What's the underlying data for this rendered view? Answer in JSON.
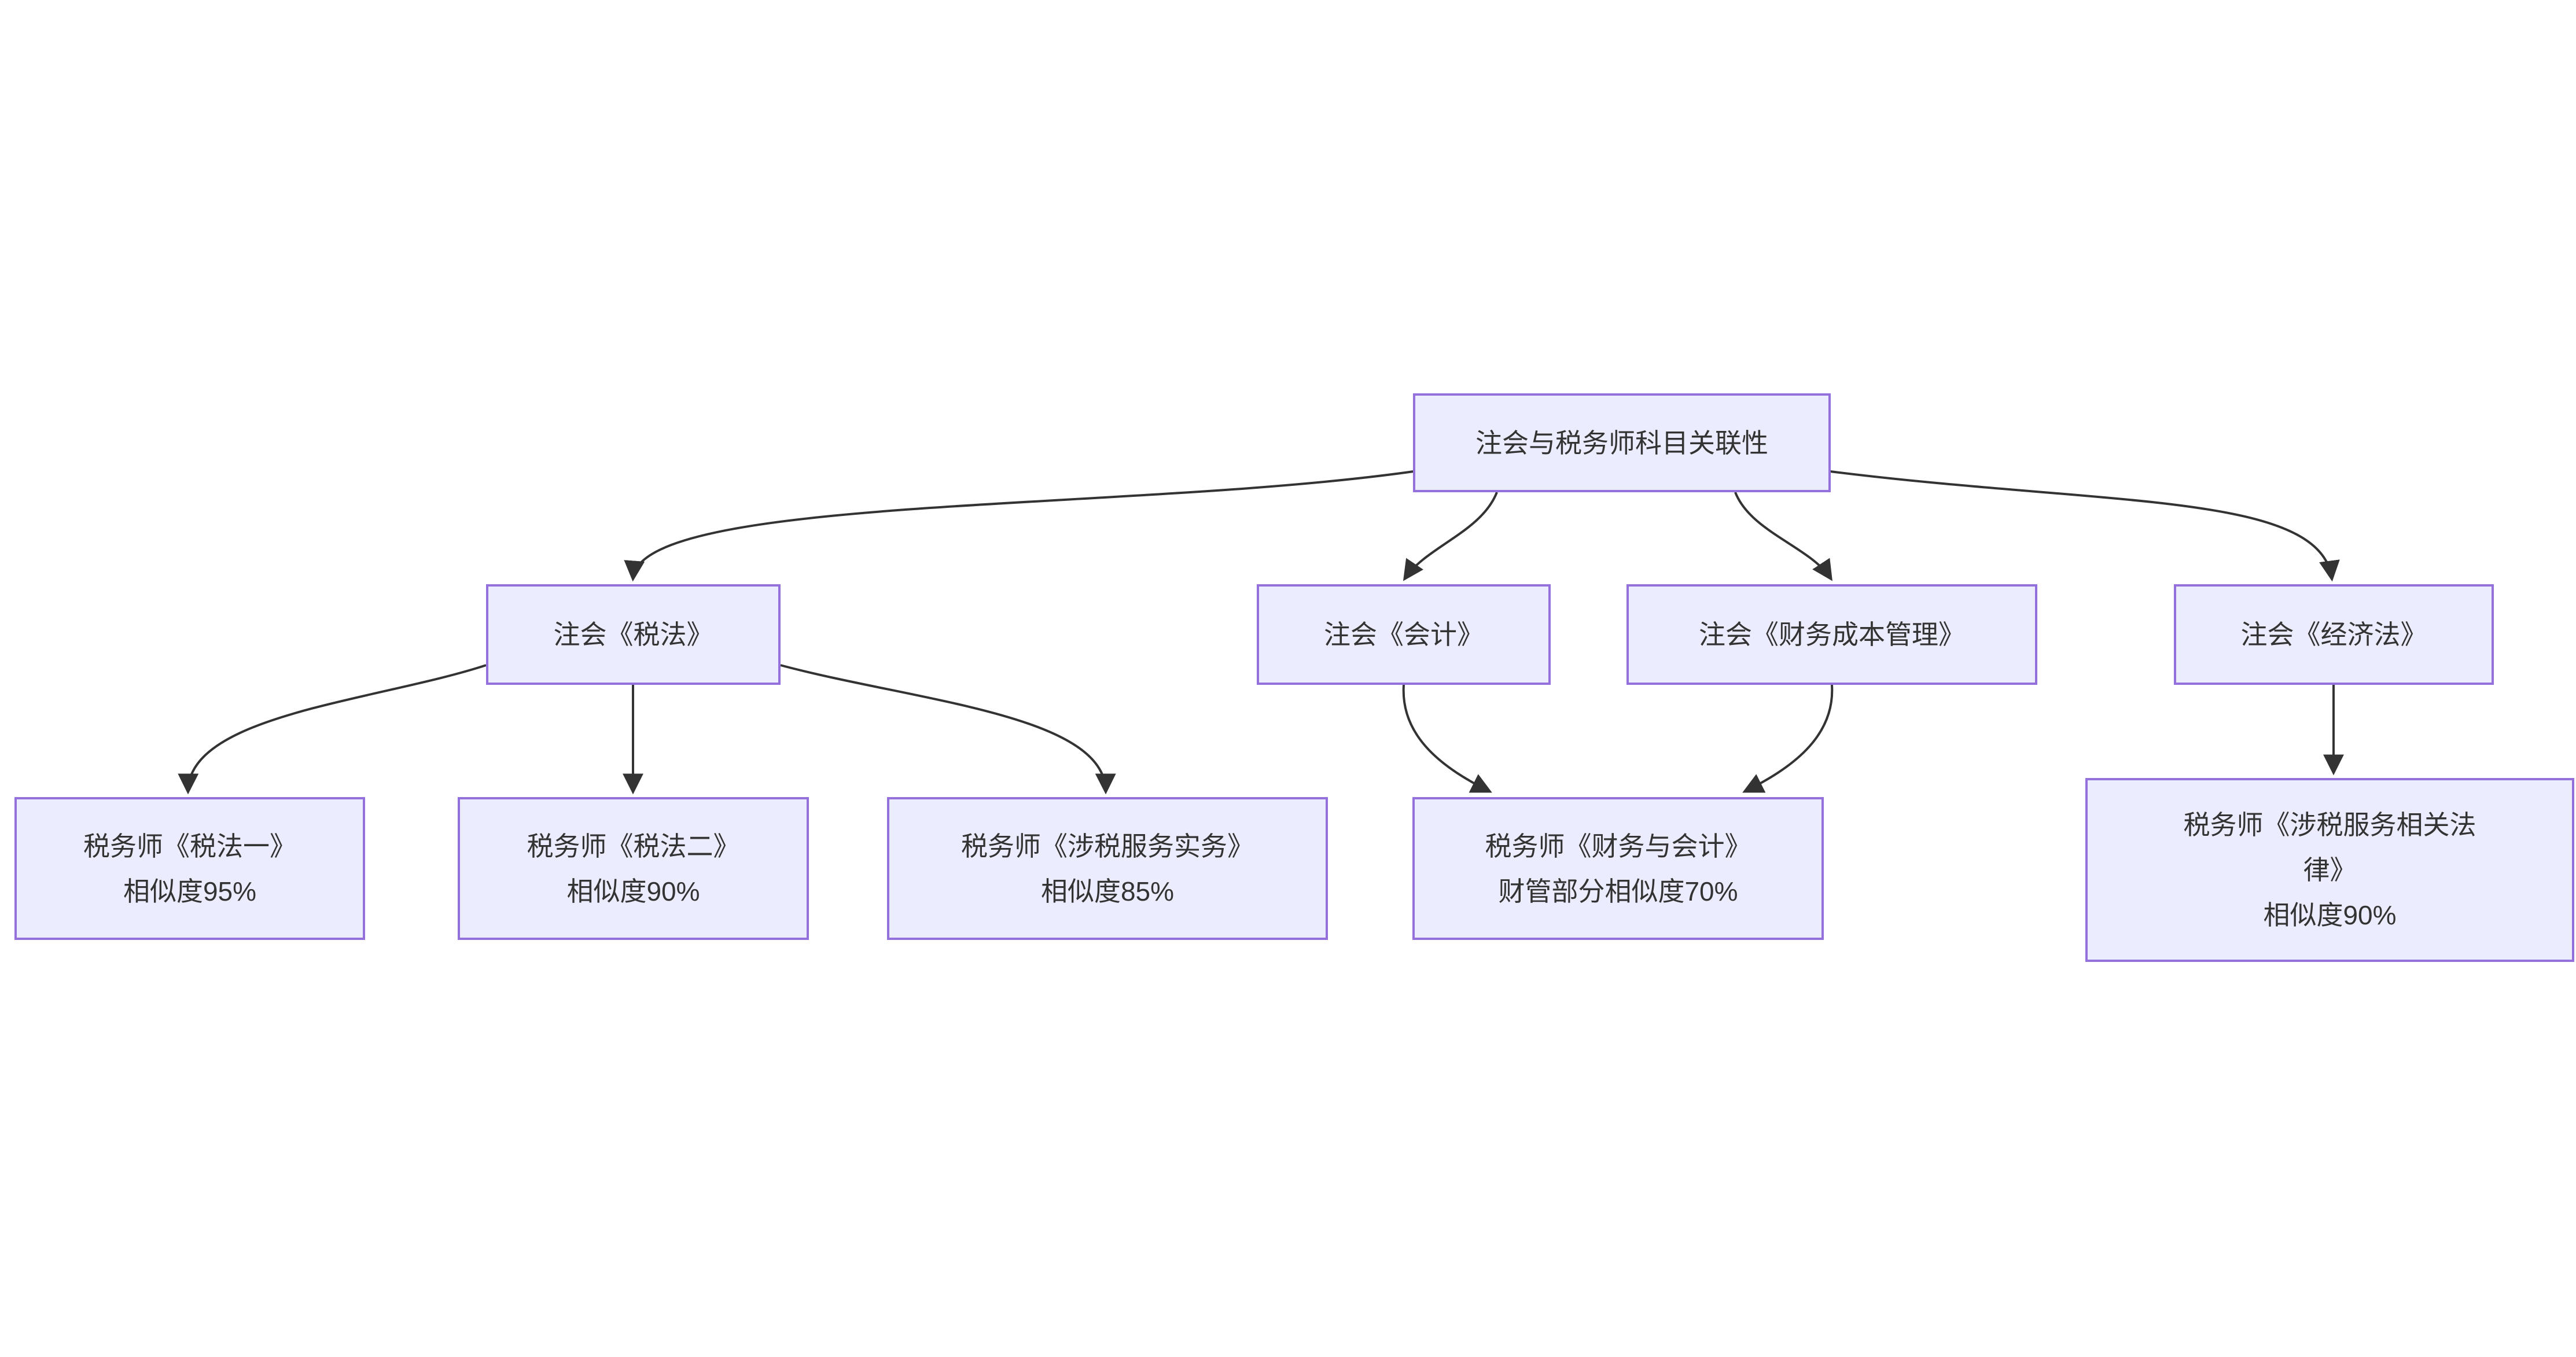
{
  "diagram": {
    "type": "flowchart",
    "direction": "top-down",
    "colors": {
      "node_fill": "#ECECFF",
      "node_border": "#9370DB",
      "edge": "#333333",
      "text": "#333333",
      "background": "#FFFFFF"
    },
    "nodes": [
      {
        "id": "root",
        "label": "注会与税务师科目关联性"
      },
      {
        "id": "cpa-tax-law",
        "label": "注会《税法》"
      },
      {
        "id": "cpa-accounting",
        "label": "注会《会计》"
      },
      {
        "id": "cpa-financial-cost-mgmt",
        "label": "注会《财务成本管理》"
      },
      {
        "id": "cpa-economic-law",
        "label": "注会《经济法》"
      },
      {
        "id": "tax-agent-tax-law-1",
        "label": "税务师《税法一》",
        "sublabel": "相似度95%"
      },
      {
        "id": "tax-agent-tax-law-2",
        "label": "税务师《税法二》",
        "sublabel": "相似度90%"
      },
      {
        "id": "tax-agent-tax-service",
        "label": "税务师《涉税服务实务》",
        "sublabel": "相似度85%"
      },
      {
        "id": "tax-agent-finance-accounting",
        "label": "税务师《财务与会计》",
        "sublabel": "财管部分相似度70%"
      },
      {
        "id": "tax-agent-related-law",
        "label": "税务师《涉税服务相关法律》",
        "sublabel": "相似度90%"
      }
    ],
    "edges": [
      {
        "from": "root",
        "to": "cpa-tax-law"
      },
      {
        "from": "root",
        "to": "cpa-accounting"
      },
      {
        "from": "root",
        "to": "cpa-financial-cost-mgmt"
      },
      {
        "from": "root",
        "to": "cpa-economic-law"
      },
      {
        "from": "cpa-tax-law",
        "to": "tax-agent-tax-law-1"
      },
      {
        "from": "cpa-tax-law",
        "to": "tax-agent-tax-law-2"
      },
      {
        "from": "cpa-tax-law",
        "to": "tax-agent-tax-service"
      },
      {
        "from": "cpa-accounting",
        "to": "tax-agent-finance-accounting"
      },
      {
        "from": "cpa-financial-cost-mgmt",
        "to": "tax-agent-finance-accounting"
      },
      {
        "from": "cpa-economic-law",
        "to": "tax-agent-related-law"
      }
    ]
  }
}
